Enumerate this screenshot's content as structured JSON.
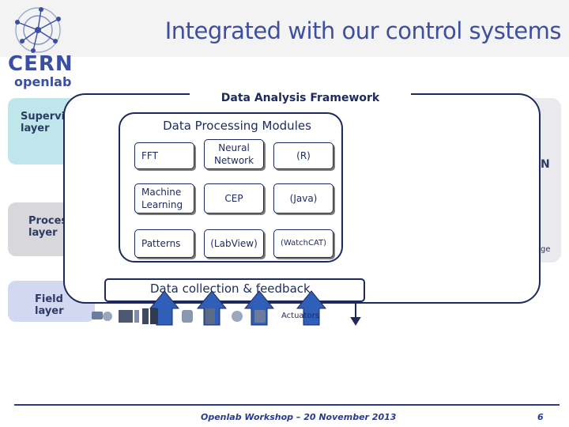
{
  "header": {
    "title": "Integrated with our control systems",
    "logo_text": "CERN",
    "logo_subtext": "openlab"
  },
  "layers": [
    {
      "label": "Supervis\nlayer"
    },
    {
      "label": "Proces\nlayer"
    },
    {
      "label": "Field\nlayer"
    }
  ],
  "right_panel": {
    "fragment_top": "N",
    "fragment_bottom": "ge"
  },
  "framework": {
    "title": "Data Analysis Framework",
    "modules_title": "Data Processing Modules",
    "modules": [
      [
        "FFT",
        "Neural\nNetwork",
        "(R)"
      ],
      [
        "Machine\nLearning",
        "CEP",
        "(Java)"
      ],
      [
        "Patterns",
        "(LabView)",
        "(WatchCAT)"
      ]
    ],
    "collection_label": "Data collection & feedback",
    "actuators_label": "Actuators"
  },
  "footer": {
    "text": "Openlab Workshop – 20 November 2013",
    "page_number": "6"
  },
  "colors": {
    "navy": "#1e2a5e",
    "title_blue": "#3f4f9c",
    "supervision_fill": "#bfe6ea",
    "process_fill": "#d8d8dc",
    "field_fill": "#d2d8f0"
  },
  "icons": [
    "cern-openlab-logo",
    "field-equipment-icons"
  ]
}
